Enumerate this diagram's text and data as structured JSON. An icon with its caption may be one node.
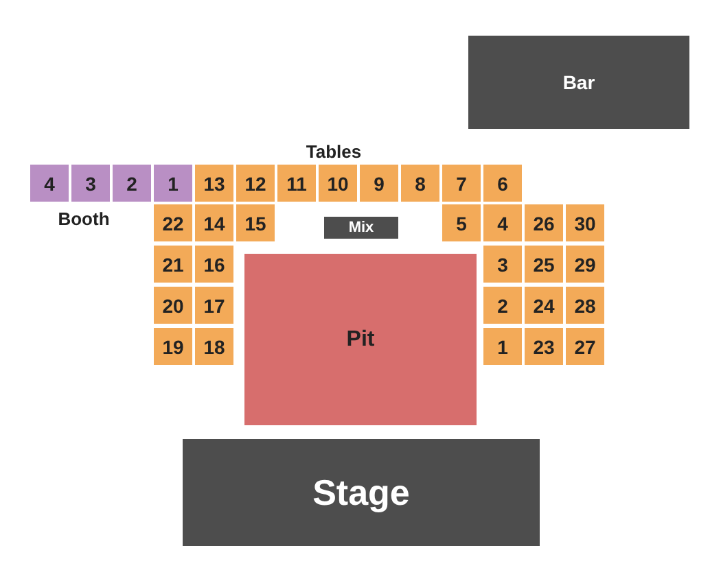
{
  "diagram": {
    "nodes": [
      {
        "text": [
          "Bar"
        ]
      },
      {
        "text": [
          "4"
        ]
      },
      {
        "text": [
          "3"
        ]
      },
      {
        "text": [
          "2"
        ]
      },
      {
        "text": [
          "1"
        ]
      },
      {
        "text": [
          "13"
        ]
      },
      {
        "text": [
          "12"
        ]
      },
      {
        "text": [
          "11"
        ]
      },
      {
        "text": [
          "10"
        ]
      },
      {
        "text": [
          "9"
        ]
      },
      {
        "text": [
          "8"
        ]
      },
      {
        "text": [
          "7"
        ]
      },
      {
        "text": [
          "6"
        ]
      },
      {
        "text": [
          "22"
        ]
      },
      {
        "text": [
          "14"
        ]
      },
      {
        "text": [
          "15"
        ]
      },
      {
        "text": [
          "Mix"
        ]
      },
      {
        "text": [
          "5"
        ]
      },
      {
        "text": [
          "4"
        ]
      },
      {
        "text": [
          "26"
        ]
      },
      {
        "text": [
          "30"
        ]
      },
      {
        "text": [
          "21"
        ]
      },
      {
        "text": [
          "16"
        ]
      },
      {
        "text": [
          "3"
        ]
      },
      {
        "text": [
          "25"
        ]
      },
      {
        "text": [
          "29"
        ]
      },
      {
        "text": [
          "20"
        ]
      },
      {
        "text": [
          "17"
        ]
      },
      {
        "text": [
          "2"
        ]
      },
      {
        "text": [
          "24"
        ]
      },
      {
        "text": [
          "28"
        ]
      },
      {
        "text": [
          "Pit"
        ]
      },
      {
        "text": [
          "19"
        ]
      },
      {
        "text": [
          "18"
        ]
      },
      {
        "text": [
          "1"
        ]
      },
      {
        "text": [
          "23"
        ]
      },
      {
        "text": [
          "27"
        ]
      },
      {
        "text": [
          "Stage"
        ]
      }
    ],
    "labels": [
      "Tables",
      "Booth"
    ]
  }
}
